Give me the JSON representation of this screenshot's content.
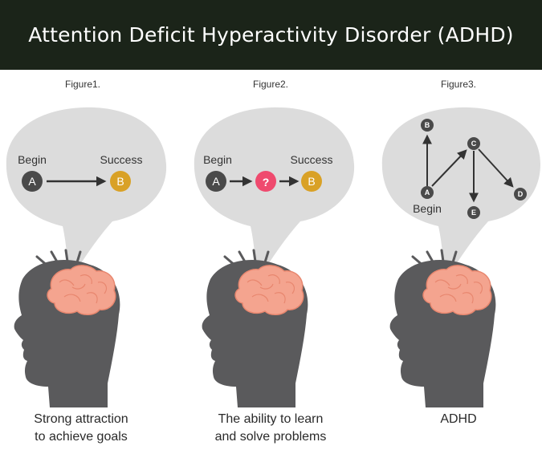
{
  "header": {
    "title": "Attention Deficit Hyperactivity Disorder (ADHD)"
  },
  "figures": [
    {
      "label": "Figure1.",
      "begin_label": "Begin",
      "success_label": "Success",
      "node_a": "A",
      "node_b": "B",
      "caption_lines": [
        "Strong attraction",
        "to achieve goals"
      ]
    },
    {
      "label": "Figure2.",
      "begin_label": "Begin",
      "success_label": "Success",
      "node_a": "A",
      "node_q": "?",
      "node_b": "B",
      "caption_lines": [
        "The ability to learn",
        "and solve problems"
      ]
    },
    {
      "label": "Figure3.",
      "begin_label": "Begin",
      "nodes": {
        "a": "A",
        "b": "B",
        "c": "C",
        "d": "D",
        "e": "E"
      },
      "caption_lines": [
        "ADHD"
      ]
    }
  ],
  "colors": {
    "header_bg": "#1b2419",
    "bubble": "#dcdcdc",
    "head": "#5a5a5c",
    "brain": "#f4a48f",
    "node_dark": "#4a4a4a",
    "node_gold": "#d9a126",
    "node_pink": "#ef4a6e"
  }
}
